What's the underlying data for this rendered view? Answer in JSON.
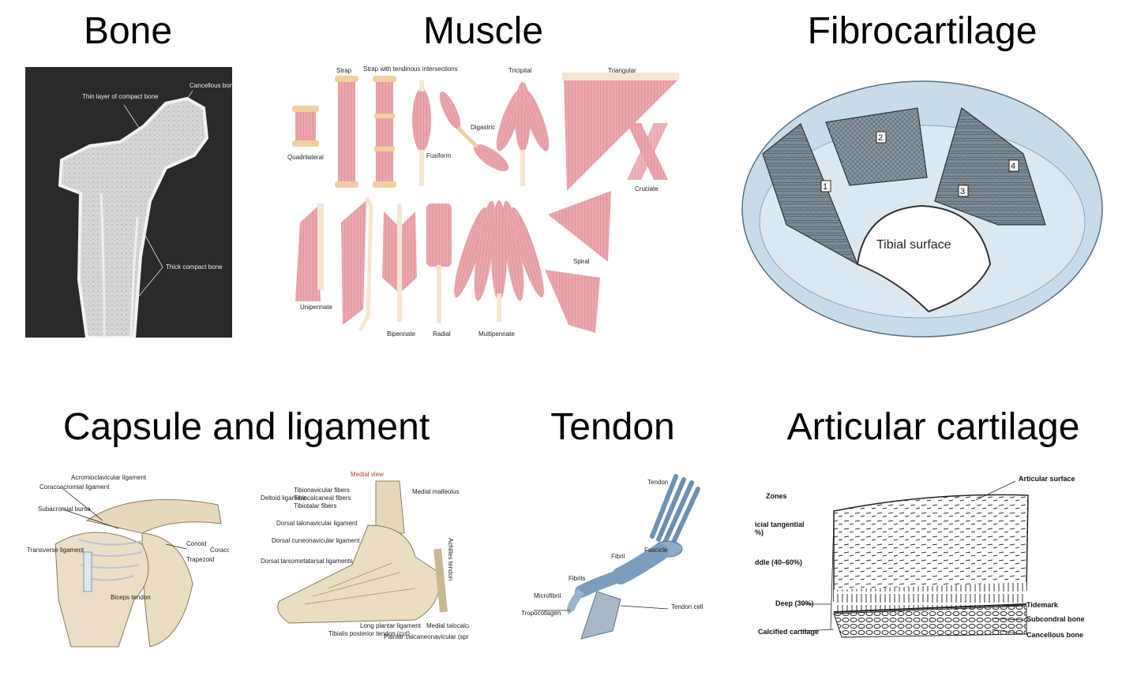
{
  "titles": {
    "bone": "Bone",
    "muscle": "Muscle",
    "fibrocartilage": "Fibrocartilage",
    "capsule": "Capsule and ligament",
    "tendon": "Tendon",
    "articular": "Articular cartilage"
  },
  "bone": {
    "labels": [
      "Thin layer of compact bone",
      "Cancellous bone",
      "Thick compact bone"
    ]
  },
  "muscle": {
    "labels": [
      "Strap",
      "Strap with tendinous intersections",
      "Triangular",
      "Fusiform",
      "Digastric",
      "Tricipital",
      "Quadrilateral",
      "Cruciate",
      "Unipennate",
      "Bipennate",
      "Radial",
      "Multipennate",
      "Spiral"
    ]
  },
  "fibrocartilage": {
    "surface_label": "Tibial surface",
    "zone_numbers": [
      "1",
      "2",
      "3",
      "4"
    ]
  },
  "capsule": {
    "shoulder_labels": [
      "Acromioclavicular ligament",
      "Coracoacromial ligament",
      "Subacromial bursa",
      "Transverse ligament",
      "Conoid",
      "Trapezoid",
      "Coracoclavicular ligament",
      "Biceps tendon"
    ],
    "ankle_title": "Medial view",
    "ankle_labels": [
      "Tibionavicular fibers",
      "Tibiocalcaneal fibers",
      "Tibiotalar fibers",
      "Deltoid ligament",
      "Medial malleolus",
      "Dorsal talonavicular ligament",
      "Dorsal cuneonavicular ligament",
      "Dorsal tarsometatarsal ligaments",
      "Long plantar ligament",
      "Tibialis posterior tendon (cut)",
      "Plantar calcaneonavicular (spring) ligament",
      "Medial talocalcaneal ligament",
      "Achilles tendon"
    ]
  },
  "tendon": {
    "labels": [
      "Tendon",
      "Fascicle",
      "Fibril",
      "Fibrils",
      "Microfibril",
      "Tropocollagen",
      "Tendon cell"
    ]
  },
  "articular": {
    "zones_label": "Zones",
    "left_labels": [
      "icial tangential",
      "%)",
      "ddle (40–60%)",
      "Deep (30%)",
      "Calcified cartilage"
    ],
    "right_labels": [
      "Articular surface",
      "Tidemark",
      "Subcondral bone",
      "Cancellous bone"
    ]
  },
  "colors": {
    "muscle_fill": "#e8a3a8",
    "muscle_line": "#c06b72",
    "tendon_cap": "#f0d0a0",
    "bone_bg": "#2a2a2a",
    "bone_fill": "#d9d9d9",
    "meniscus_bg": "#c7dce8",
    "tendon_blue": "#6b8fb5",
    "ligament_tan": "#e6d8bb"
  }
}
